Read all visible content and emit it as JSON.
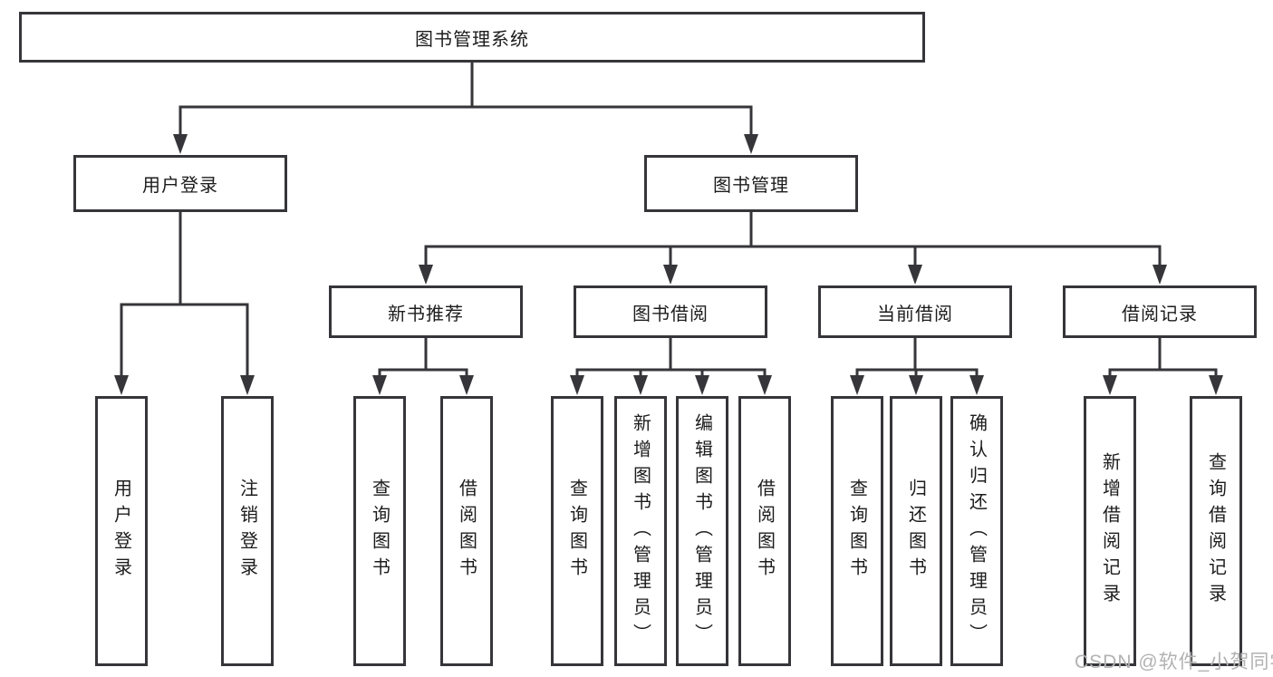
{
  "colors": {
    "line": "#36363a",
    "text": "#1c1c1c",
    "watermark": "#b2b2b2",
    "background": "#ffffff"
  },
  "watermark": {
    "text": "CSDN @软件_小贺同学"
  },
  "tree": {
    "root": {
      "label": "图书管理系统"
    },
    "branches": [
      {
        "label": "用户登录",
        "children": [
          {
            "label": "用户登录"
          },
          {
            "label": "注销登录"
          }
        ]
      },
      {
        "label": "图书管理",
        "children": [
          {
            "label": "新书推荐",
            "children": [
              {
                "label": "查询图书"
              },
              {
                "label": "借阅图书"
              }
            ]
          },
          {
            "label": "图书借阅",
            "children": [
              {
                "label": "查询图书"
              },
              {
                "label": "新增图书（管理员）"
              },
              {
                "label": "编辑图书（管理员）"
              },
              {
                "label": "借阅图书"
              }
            ]
          },
          {
            "label": "当前借阅",
            "children": [
              {
                "label": "查询图书"
              },
              {
                "label": "归还图书"
              },
              {
                "label": "确认归还（管理员）"
              }
            ]
          },
          {
            "label": "借阅记录",
            "children": [
              {
                "label": "新增借阅记录"
              },
              {
                "label": "查询借阅记录"
              }
            ]
          }
        ]
      }
    ]
  }
}
